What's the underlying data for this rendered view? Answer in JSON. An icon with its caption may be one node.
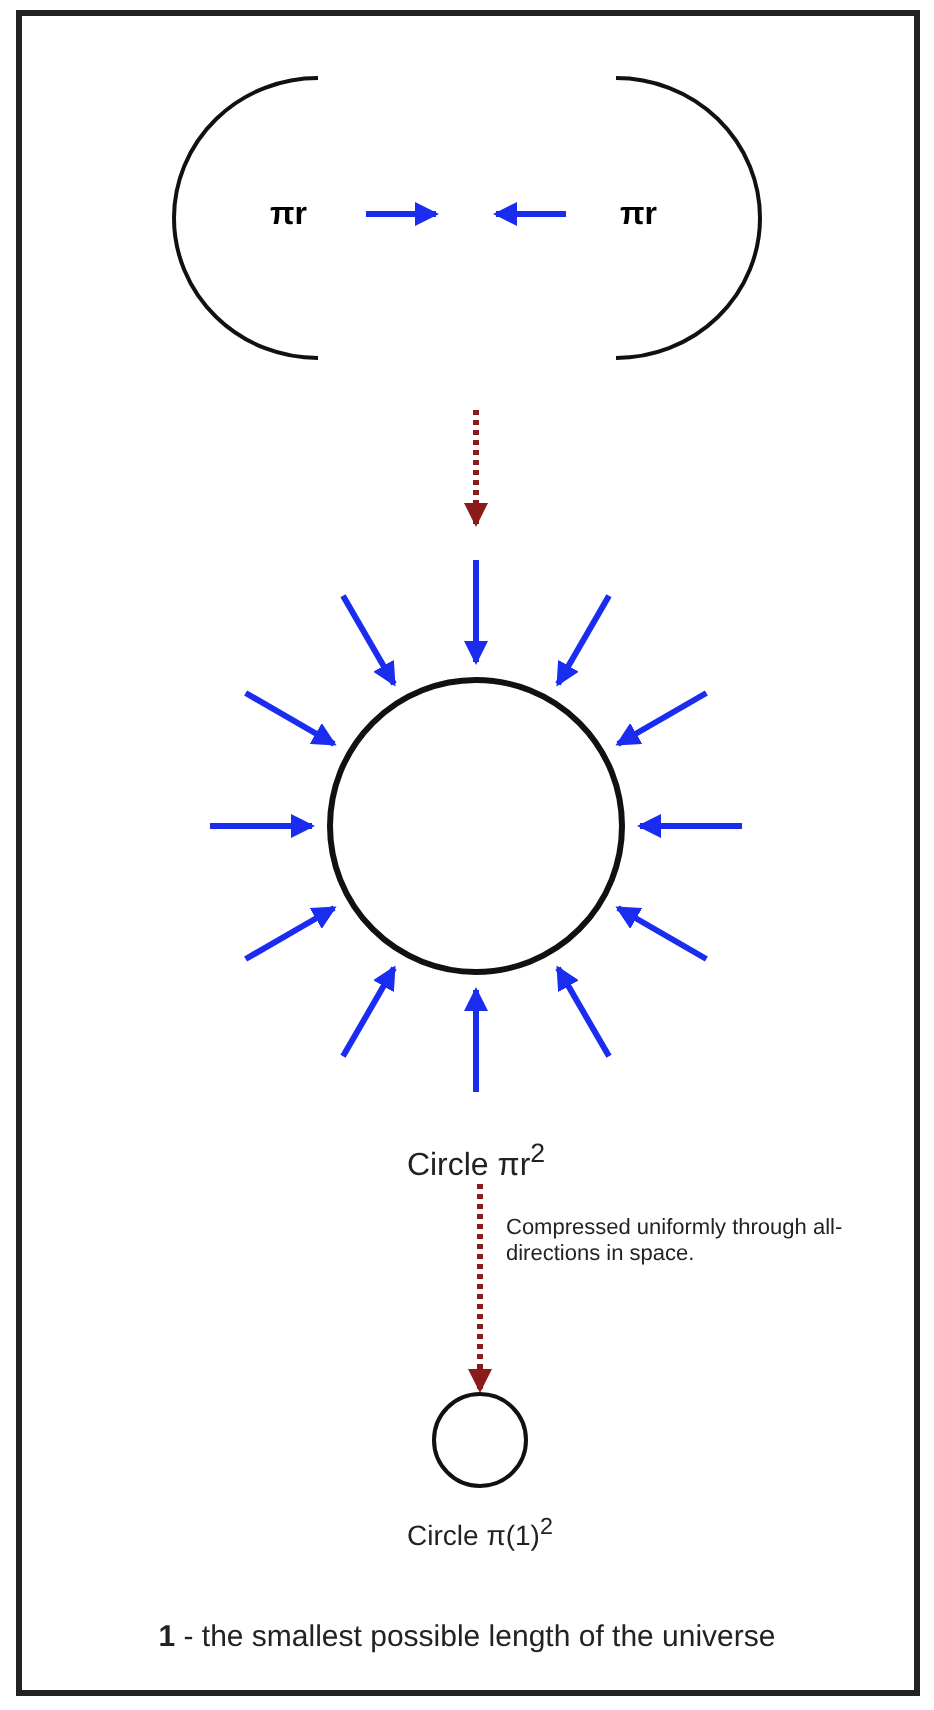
{
  "diagram": {
    "nodes": [
      {
        "text": [
          "πr"
        ]
      },
      {
        "text": [
          "πr"
        ]
      },
      {
        "text": [],
        "shape": "circle",
        "beside": [
          "Circle πr$^{2}$"
        ]
      },
      {
        "text": [],
        "shape": "circle",
        "beside": [
          "Circle π(1)$^{2}$"
        ]
      }
    ],
    "edges": [
      {
        "from": null,
        "to": 2,
        "arrow": "to",
        "style": "dashed",
        "color": "#8b1a1a"
      },
      {
        "from": 2,
        "to": 3,
        "arrow": "to",
        "style": "dashed",
        "color": "#8b1a1a",
        "label": "Compressed uniformly through all-directions in space."
      }
    ],
    "labels": [
      "**1** - the smallest possible length of the universe"
    ]
  }
}
